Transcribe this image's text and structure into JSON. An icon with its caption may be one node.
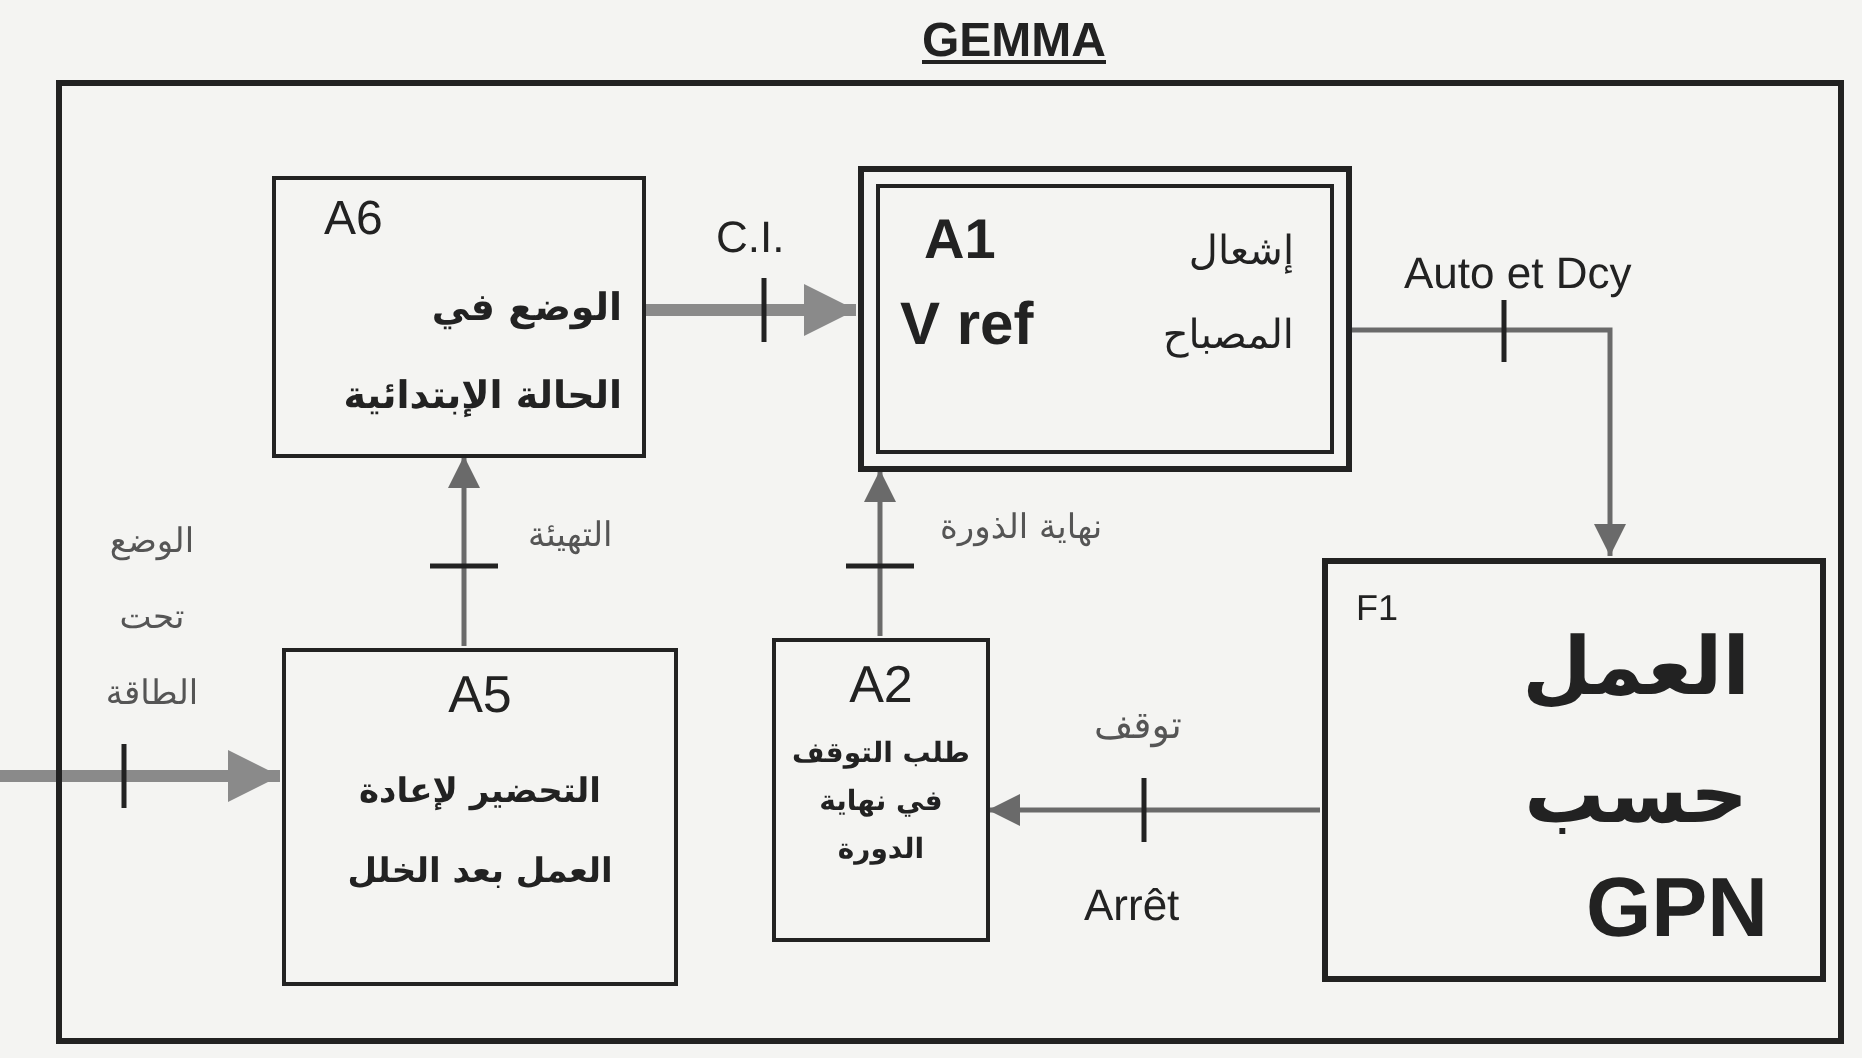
{
  "diagram": {
    "nodes": [
      {
        "text": [
          "GEMMA"
        ]
      },
      {
        "text": [
          "A6",
          "الوضع في الحالة الإبتدائية"
        ],
        "in": 0
      },
      {
        "text": [
          "A1",
          "إشعال",
          "V ref",
          "المصباح"
        ],
        "in": 0
      },
      {
        "text": [
          "F1",
          "العمل حسب",
          "GPN"
        ],
        "in": 0
      },
      {
        "text": [
          "A2",
          "طلب التوقف في نهاية الدورة"
        ],
        "in": 0
      },
      {
        "text": [
          "A5",
          "التحضير لإعادة العمل بعد الخلل"
        ],
        "in": 0
      }
    ],
    "edges": [
      {
        "from": 1,
        "to": 2,
        "arrow": "to",
        "label": "C.I.",
        "style": "thick"
      },
      {
        "from": 2,
        "to": 3,
        "arrow": "to",
        "label": "Auto et Dcy"
      },
      {
        "from": 3,
        "to": 4,
        "arrow": "to",
        "label": "توقف"
      },
      {
        "from": 4,
        "to": 2,
        "arrow": "to",
        "label": "نهاية الذورة"
      },
      {
        "from": 5,
        "to": 1,
        "arrow": "to",
        "label": "التهيئة"
      },
      {
        "from": null,
        "to": 5,
        "arrow": "to",
        "label": "الوضع تحت الطاقة",
        "style": "thick"
      }
    ],
    "labels": [
      "Arrêt"
    ]
  }
}
